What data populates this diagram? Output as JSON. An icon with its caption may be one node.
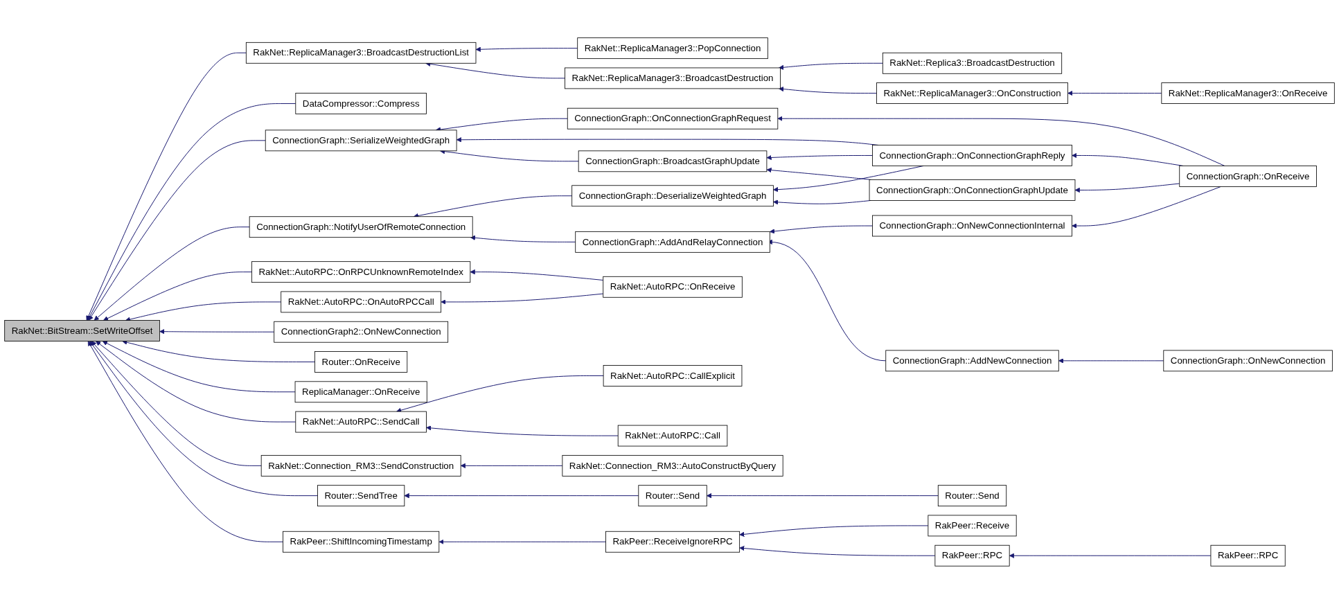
{
  "diagram": {
    "nodes": [
      {
        "text": [
          "RakNet::BitStream::SetWriteOffset"
        ]
      },
      {
        "text": [
          "RakNet::ReplicaManager3::BroadcastDestructionList"
        ]
      },
      {
        "text": [
          "DataCompressor::Compress"
        ]
      },
      {
        "text": [
          "ConnectionGraph::SerializeWeightedGraph"
        ]
      },
      {
        "text": [
          "ConnectionGraph::NotifyUserOfRemoteConnection"
        ]
      },
      {
        "text": [
          "RakNet::AutoRPC::OnRPCUnknownRemoteIndex"
        ]
      },
      {
        "text": [
          "RakNet::AutoRPC::OnAutoRPCCall"
        ]
      },
      {
        "text": [
          "ConnectionGraph2::OnNewConnection"
        ]
      },
      {
        "text": [
          "Router::OnReceive"
        ]
      },
      {
        "text": [
          "ReplicaManager::OnReceive"
        ]
      },
      {
        "text": [
          "RakNet::AutoRPC::SendCall"
        ]
      },
      {
        "text": [
          "RakNet::Connection_RM3::SendConstruction"
        ]
      },
      {
        "text": [
          "Router::SendTree"
        ]
      },
      {
        "text": [
          "RakPeer::ShiftIncomingTimestamp"
        ]
      },
      {
        "text": [
          "RakNet::ReplicaManager3::PopConnection"
        ]
      },
      {
        "text": [
          "RakNet::ReplicaManager3::BroadcastDestruction"
        ]
      },
      {
        "text": [
          "ConnectionGraph::BroadcastGraphUpdate"
        ]
      },
      {
        "text": [
          "ConnectionGraph::DeserializeWeightedGraph"
        ]
      },
      {
        "text": [
          "ConnectionGraph::AddAndRelayConnection"
        ]
      },
      {
        "text": [
          "RakNet::AutoRPC::OnReceive"
        ]
      },
      {
        "text": [
          "RakNet::AutoRPC::CallExplicit"
        ]
      },
      {
        "text": [
          "RakNet::AutoRPC::Call"
        ]
      },
      {
        "text": [
          "RakNet::Connection_RM3::AutoConstructByQuery"
        ]
      },
      {
        "text": [
          "Router::Send"
        ]
      },
      {
        "text": [
          "RakPeer::ReceiveIgnoreRPC"
        ]
      },
      {
        "text": [
          "RakNet::Replica3::BroadcastDestruction"
        ]
      },
      {
        "text": [
          "RakNet::ReplicaManager3::OnConstruction"
        ]
      },
      {
        "text": [
          "ConnectionGraph::OnConnectionGraphRequest"
        ]
      },
      {
        "text": [
          "ConnectionGraph::OnConnectionGraphReply"
        ]
      },
      {
        "text": [
          "ConnectionGraph::OnConnectionGraphUpdate"
        ]
      },
      {
        "text": [
          "ConnectionGraph::OnNewConnectionInternal"
        ]
      },
      {
        "text": [
          "ConnectionGraph::AddNewConnection"
        ]
      },
      {
        "text": [
          "Router::Send"
        ]
      },
      {
        "text": [
          "RakPeer::Receive"
        ]
      },
      {
        "text": [
          "RakPeer::RPC"
        ]
      },
      {
        "text": [
          "RakNet::ReplicaManager3::OnReceive"
        ]
      },
      {
        "text": [
          "ConnectionGraph::OnReceive"
        ]
      },
      {
        "text": [
          "ConnectionGraph::OnNewConnection"
        ]
      },
      {
        "text": [
          "RakPeer::RPC"
        ]
      }
    ],
    "edges": [
      {
        "from": 1,
        "to": 0,
        "arrow": "to"
      },
      {
        "from": 2,
        "to": 0,
        "arrow": "to"
      },
      {
        "from": 3,
        "to": 0,
        "arrow": "to"
      },
      {
        "from": 4,
        "to": 0,
        "arrow": "to"
      },
      {
        "from": 5,
        "to": 0,
        "arrow": "to"
      },
      {
        "from": 6,
        "to": 0,
        "arrow": "to"
      },
      {
        "from": 7,
        "to": 0,
        "arrow": "to"
      },
      {
        "from": 8,
        "to": 0,
        "arrow": "to"
      },
      {
        "from": 9,
        "to": 0,
        "arrow": "to"
      },
      {
        "from": 10,
        "to": 0,
        "arrow": "to"
      },
      {
        "from": 11,
        "to": 0,
        "arrow": "to"
      },
      {
        "from": 12,
        "to": 0,
        "arrow": "to"
      },
      {
        "from": 13,
        "to": 0,
        "arrow": "to"
      },
      {
        "from": 14,
        "to": 1,
        "arrow": "to"
      },
      {
        "from": 15,
        "to": 1,
        "arrow": "to"
      },
      {
        "from": 25,
        "to": 15,
        "arrow": "to"
      },
      {
        "from": 26,
        "to": 15,
        "arrow": "to"
      },
      {
        "from": 35,
        "to": 26,
        "arrow": "to"
      },
      {
        "from": 27,
        "to": 3,
        "arrow": "to"
      },
      {
        "from": 28,
        "to": 3,
        "arrow": "to"
      },
      {
        "from": 16,
        "to": 3,
        "arrow": "to"
      },
      {
        "from": 28,
        "to": 16,
        "arrow": "to"
      },
      {
        "from": 29,
        "to": 16,
        "arrow": "to"
      },
      {
        "from": 17,
        "to": 4,
        "arrow": "to"
      },
      {
        "from": 18,
        "to": 4,
        "arrow": "to"
      },
      {
        "from": 28,
        "to": 17,
        "arrow": "to"
      },
      {
        "from": 29,
        "to": 17,
        "arrow": "to"
      },
      {
        "from": 30,
        "to": 18,
        "arrow": "to"
      },
      {
        "from": 31,
        "to": 18,
        "arrow": "to"
      },
      {
        "from": 36,
        "to": 27,
        "arrow": "to"
      },
      {
        "from": 36,
        "to": 28,
        "arrow": "to"
      },
      {
        "from": 36,
        "to": 29,
        "arrow": "to"
      },
      {
        "from": 36,
        "to": 30,
        "arrow": "to"
      },
      {
        "from": 37,
        "to": 31,
        "arrow": "to"
      },
      {
        "from": 19,
        "to": 5,
        "arrow": "to"
      },
      {
        "from": 19,
        "to": 6,
        "arrow": "to"
      },
      {
        "from": 20,
        "to": 10,
        "arrow": "to"
      },
      {
        "from": 21,
        "to": 10,
        "arrow": "to"
      },
      {
        "from": 22,
        "to": 11,
        "arrow": "to"
      },
      {
        "from": 23,
        "to": 12,
        "arrow": "to"
      },
      {
        "from": 32,
        "to": 23,
        "arrow": "to"
      },
      {
        "from": 24,
        "to": 13,
        "arrow": "to"
      },
      {
        "from": 33,
        "to": 24,
        "arrow": "to"
      },
      {
        "from": 34,
        "to": 24,
        "arrow": "to"
      },
      {
        "from": 38,
        "to": 34,
        "arrow": "to"
      }
    ]
  }
}
